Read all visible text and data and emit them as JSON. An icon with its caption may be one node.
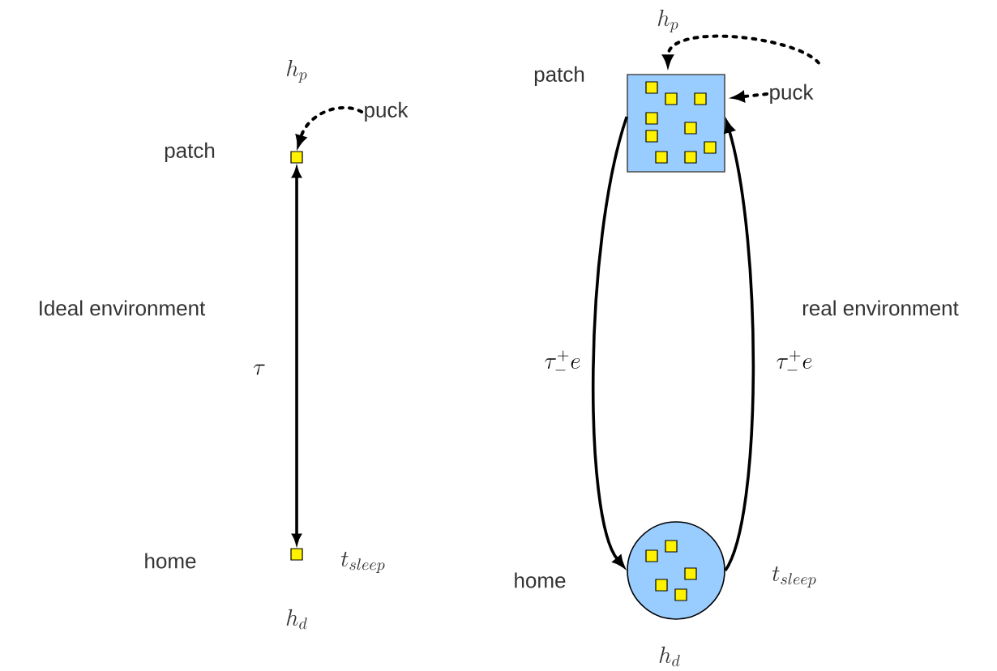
{
  "diagram": {
    "nodes": [
      {
        "text": [],
        "shape": "box",
        "beside": [
          "patch"
        ]
      },
      {
        "text": [],
        "shape": "box",
        "beside": [
          "t_{sleep}",
          "h_d"
        ]
      },
      {
        "text": [
          "puck"
        ]
      },
      {
        "text": [],
        "shape": "box",
        "beside": [
          "h_p",
          "patch"
        ]
      },
      {
        "text": [
          "puck"
        ]
      },
      {
        "text": [],
        "shape": "circle",
        "beside": [
          "home",
          "t_{sleep}",
          "h_d"
        ]
      }
    ],
    "edges": [
      {
        "from": 2,
        "to": 0,
        "arrow": "to",
        "style": "dashed"
      },
      {
        "from": 1,
        "to": 0,
        "arrow": "both",
        "label": "\\tau"
      },
      {
        "from": 4,
        "to": 3,
        "arrow": "to",
        "style": "dashed"
      },
      {
        "from": 4,
        "to": 3,
        "arrow": "to",
        "style": "dashed"
      },
      {
        "from": 3,
        "to": 5,
        "arrow": "to",
        "label": "\\tau^{+}_{-}e"
      },
      {
        "from": 5,
        "to": 3,
        "arrow": "to",
        "label": "\\tau^{+}_{-}e"
      }
    ],
    "labels": [
      "h_p",
      "Ideal environment",
      "real environment",
      "home"
    ]
  }
}
